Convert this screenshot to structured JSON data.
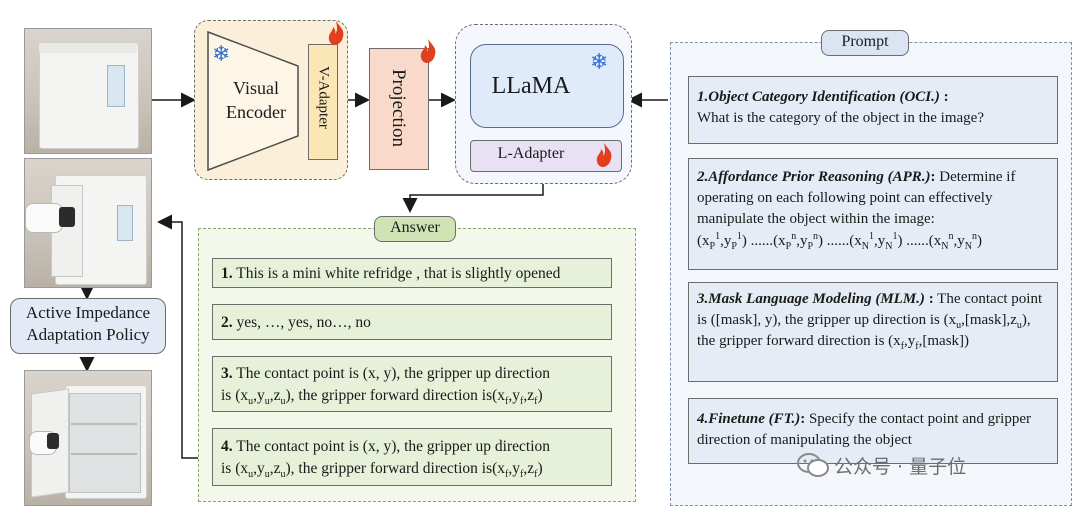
{
  "encoder": {
    "label": "Visual Encoder",
    "adapter_label": "V-Adapter"
  },
  "projection": {
    "label": "Projection"
  },
  "llm": {
    "label": "LLaMA",
    "adapter_label": "L-Adapter"
  },
  "answer": {
    "title": "Answer",
    "items": [
      {
        "num": "1.",
        "text": "This is a mini white refridge , that is slightly opened"
      },
      {
        "num": "2.",
        "text": "yes, …, yes, no…, no"
      },
      {
        "num": "3.",
        "line1": "The contact point is (x, y), the gripper up direction",
        "line2_prefix": "is (x",
        "u1": "u",
        "line2_mid1": ",y",
        "u2": "u",
        "line2_mid2": ",z",
        "u3": "u",
        "line2_mid3": "), the gripper forward direction is(x",
        "f1": "f",
        "line2_mid4": ",y",
        "f2": "f",
        "line2_mid5": ",z",
        "f3": "f",
        "line2_end": ")"
      },
      {
        "num": "4.",
        "line1": "The contact point is (x, y), the gripper up direction",
        "line2_prefix": "is (x",
        "u1": "u",
        "line2_mid1": ",y",
        "u2": "u",
        "line2_mid2": ",z",
        "u3": "u",
        "line2_mid3": "), the gripper forward direction is(x",
        "f1": "f",
        "line2_mid4": ",y",
        "f2": "f",
        "line2_mid5": ",z",
        "f3": "f",
        "line2_end": ")"
      }
    ]
  },
  "prompt": {
    "title": "Prompt",
    "items": [
      {
        "heading": "1.Object Category Identification (OCI.)",
        "colon": " :",
        "body": "What is the category of the object in the image?"
      },
      {
        "heading": "2.Affordance Prior Reasoning  (APR.)",
        "colon": ":",
        "body": " Determine if operating on each following point can effectively manipulate the object within the image:",
        "coords": "(x_P^1,y_P^1) ......(x_P^n,y_P^n) ......(x_N^1,y_N^1) ......(x_N^n,y_N^n)"
      },
      {
        "heading": "3.Mask Language Modeling (MLM.)",
        "colon": " :",
        "body": " The contact point is ([mask], y), the gripper up direction is (x_u,[mask],z_u), the gripper forward direction is (x_f,y_f,[mask])"
      },
      {
        "heading": "4.Finetune (FT.)",
        "colon": ":",
        "body": " Specify the contact point and gripper direction of manipulating the object"
      }
    ]
  },
  "policy": {
    "line1": "Active Impedance",
    "line2": "Adaptation Policy"
  },
  "watermark": {
    "text": "公众号 · 量子位"
  },
  "colors": {
    "flame": "#e0401f",
    "snowflake": "#2f6fd6",
    "answer_title_bg": "#cfe3b5",
    "prompt_title_bg": "#dbe4f3"
  },
  "icons": [
    "snowflake-icon",
    "flame-icon",
    "wechat-icon"
  ]
}
